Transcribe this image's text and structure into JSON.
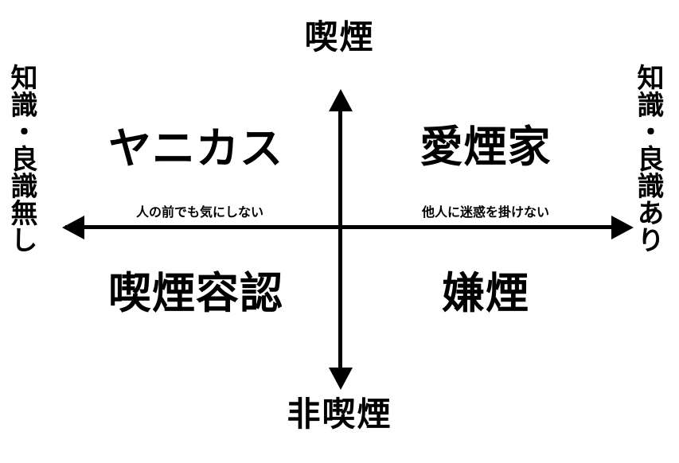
{
  "diagram": {
    "type": "2x2-quadrant-matrix",
    "axes": {
      "vertical": {
        "top_label": "喫煙",
        "bottom_label": "非喫煙"
      },
      "horizontal": {
        "left_label": "知識・良識無し",
        "right_label": "知識・良識あり"
      }
    },
    "quadrants": [
      {
        "position": "top-left",
        "title": "ヤニカス",
        "note": "人の前でも気にしない"
      },
      {
        "position": "top-right",
        "title": "愛煙家",
        "note": "他人に迷惑を掛けない"
      },
      {
        "position": "bottom-left",
        "title": "喫煙容認",
        "note": ""
      },
      {
        "position": "bottom-right",
        "title": "嫌煙",
        "note": ""
      }
    ],
    "colors": {
      "background": "#ffffff",
      "ink": "#000000"
    }
  }
}
